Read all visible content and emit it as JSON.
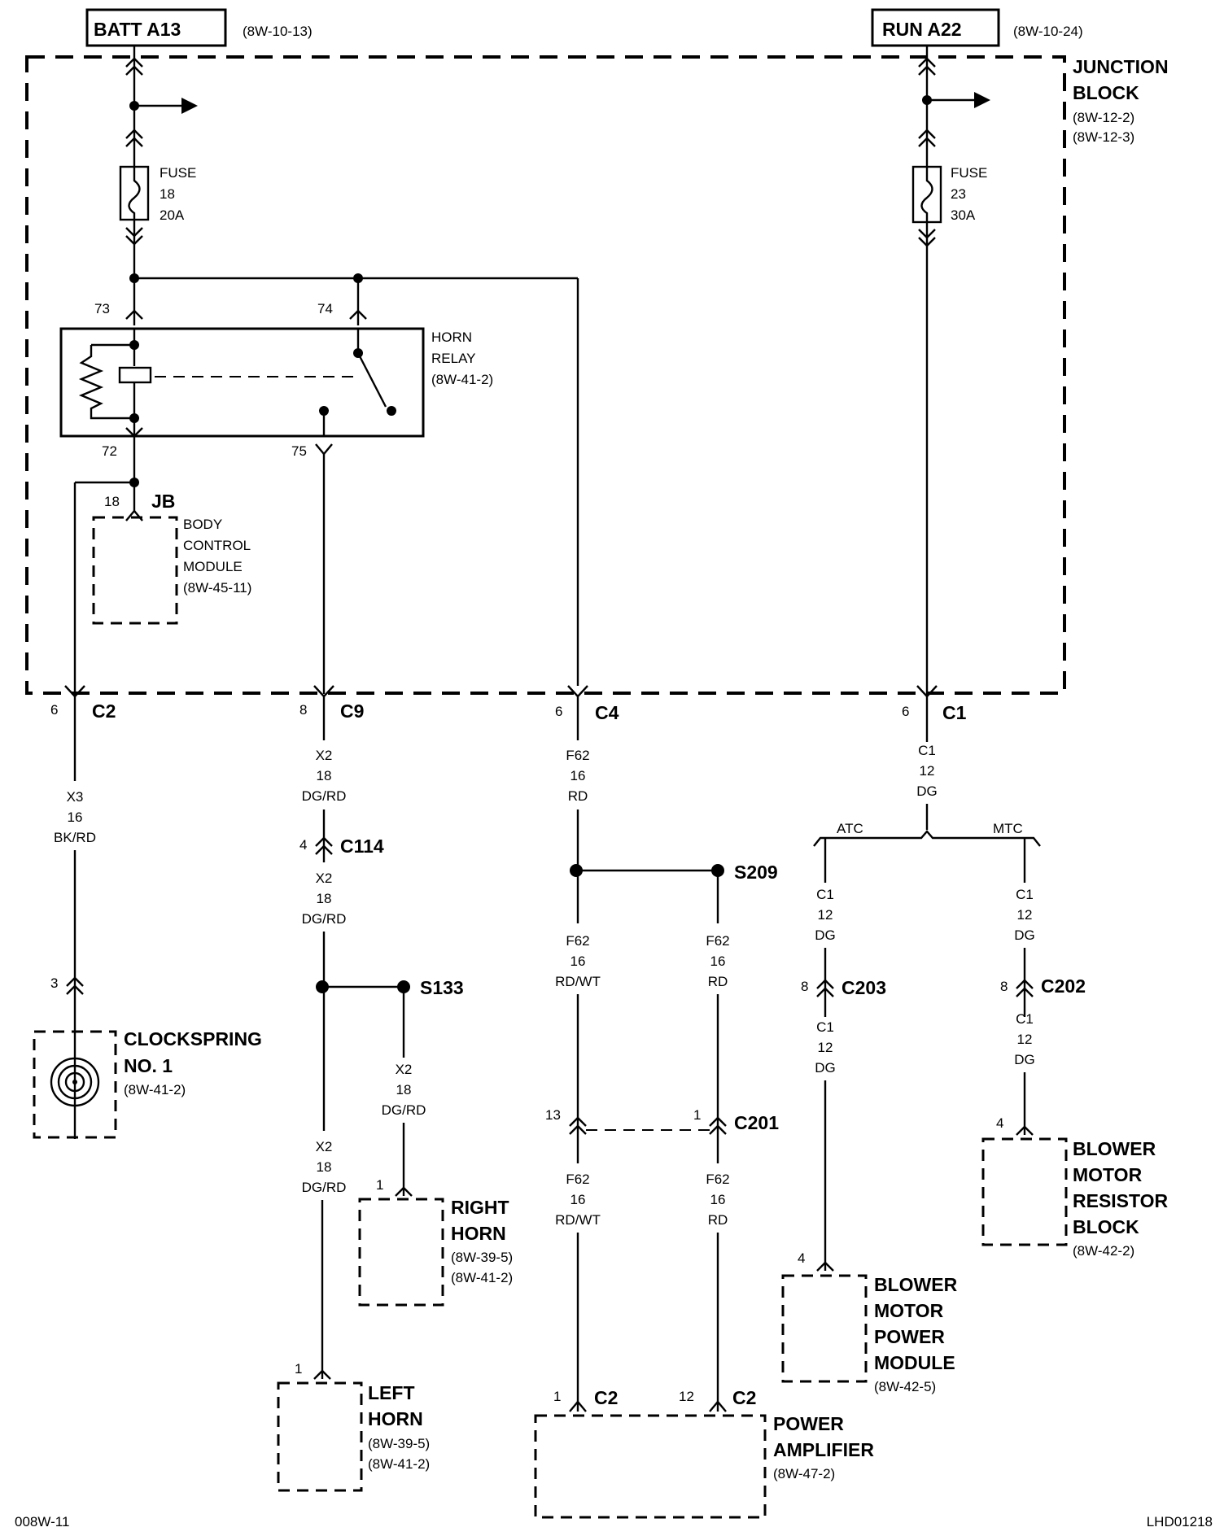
{
  "sources": {
    "batt": {
      "label": "BATT A13",
      "ref": "(8W-10-13)"
    },
    "run": {
      "label": "RUN A22",
      "ref": "(8W-10-24)"
    }
  },
  "junction_block": {
    "title1": "JUNCTION",
    "title2": "BLOCK",
    "ref1": "(8W-12-2)",
    "ref2": "(8W-12-3)"
  },
  "fuse18": {
    "l1": "FUSE",
    "l2": "18",
    "l3": "20A"
  },
  "fuse23": {
    "l1": "FUSE",
    "l2": "23",
    "l3": "30A"
  },
  "relay": {
    "l1": "HORN",
    "l2": "RELAY",
    "ref": "(8W-41-2)",
    "p73": "73",
    "p74": "74",
    "p72": "72",
    "p75": "75"
  },
  "bcm": {
    "pin": "18",
    "conn": "JB",
    "l1": "BODY",
    "l2": "CONTROL",
    "l3": "MODULE",
    "ref": "(8W-45-11)"
  },
  "jb_connectors": {
    "c2": {
      "pin": "6",
      "name": "C2"
    },
    "c9": {
      "pin": "8",
      "name": "C9"
    },
    "c4": {
      "pin": "6",
      "name": "C4"
    },
    "c1": {
      "pin": "6",
      "name": "C1"
    }
  },
  "wires": {
    "x3": [
      "X3",
      "16",
      "BK/RD"
    ],
    "x2a": [
      "X2",
      "18",
      "DG/RD"
    ],
    "x2b": [
      "X2",
      "18",
      "DG/RD"
    ],
    "x2c": [
      "X2",
      "18",
      "DG/RD"
    ],
    "x2d": [
      "X2",
      "18",
      "DG/RD"
    ],
    "f62a": [
      "F62",
      "16",
      "RD"
    ],
    "f62b": [
      "F62",
      "16",
      "RD/WT"
    ],
    "f62c": [
      "F62",
      "16",
      "RD"
    ],
    "f62d": [
      "F62",
      "16",
      "RD/WT"
    ],
    "f62e": [
      "F62",
      "16",
      "RD"
    ],
    "c1a": [
      "C1",
      "12",
      "DG"
    ],
    "c1b": [
      "C1",
      "12",
      "DG"
    ],
    "c1c": [
      "C1",
      "12",
      "DG"
    ],
    "c1d": [
      "C1",
      "12",
      "DG"
    ],
    "c1e": [
      "C1",
      "12",
      "DG"
    ]
  },
  "branches": {
    "atc": "ATC",
    "mtc": "MTC"
  },
  "inline": {
    "c114": {
      "pin": "4",
      "name": "C114"
    },
    "c203": {
      "pin": "8",
      "name": "C203"
    },
    "c202": {
      "pin": "8",
      "name": "C202"
    },
    "c201a": {
      "pin": "13"
    },
    "c201b": {
      "pin": "1",
      "name": "C201"
    }
  },
  "splices": {
    "s133": "S133",
    "s209": "S209"
  },
  "clockspring": {
    "pin": "3",
    "l1": "CLOCKSPRING",
    "l2": "NO. 1",
    "ref": "(8W-41-2)"
  },
  "right_horn": {
    "pin": "1",
    "l1": "RIGHT",
    "l2": "HORN",
    "ref1": "(8W-39-5)",
    "ref2": "(8W-41-2)"
  },
  "left_horn": {
    "pin": "1",
    "l1": "LEFT",
    "l2": "HORN",
    "ref1": "(8W-39-5)",
    "ref2": "(8W-41-2)"
  },
  "amp": {
    "pin1": "1",
    "conn1": "C2",
    "pin2": "12",
    "conn2": "C2",
    "l1": "POWER",
    "l2": "AMPLIFIER",
    "ref": "(8W-47-2)"
  },
  "bm_power": {
    "pin": "4",
    "l1": "BLOWER",
    "l2": "MOTOR",
    "l3": "POWER",
    "l4": "MODULE",
    "ref": "(8W-42-5)"
  },
  "bm_resistor": {
    "pin": "4",
    "l1": "BLOWER",
    "l2": "MOTOR",
    "l3": "RESISTOR",
    "l4": "BLOCK",
    "ref": "(8W-42-2)"
  },
  "footer": {
    "left": "008W-11",
    "right": "LHD01218"
  }
}
